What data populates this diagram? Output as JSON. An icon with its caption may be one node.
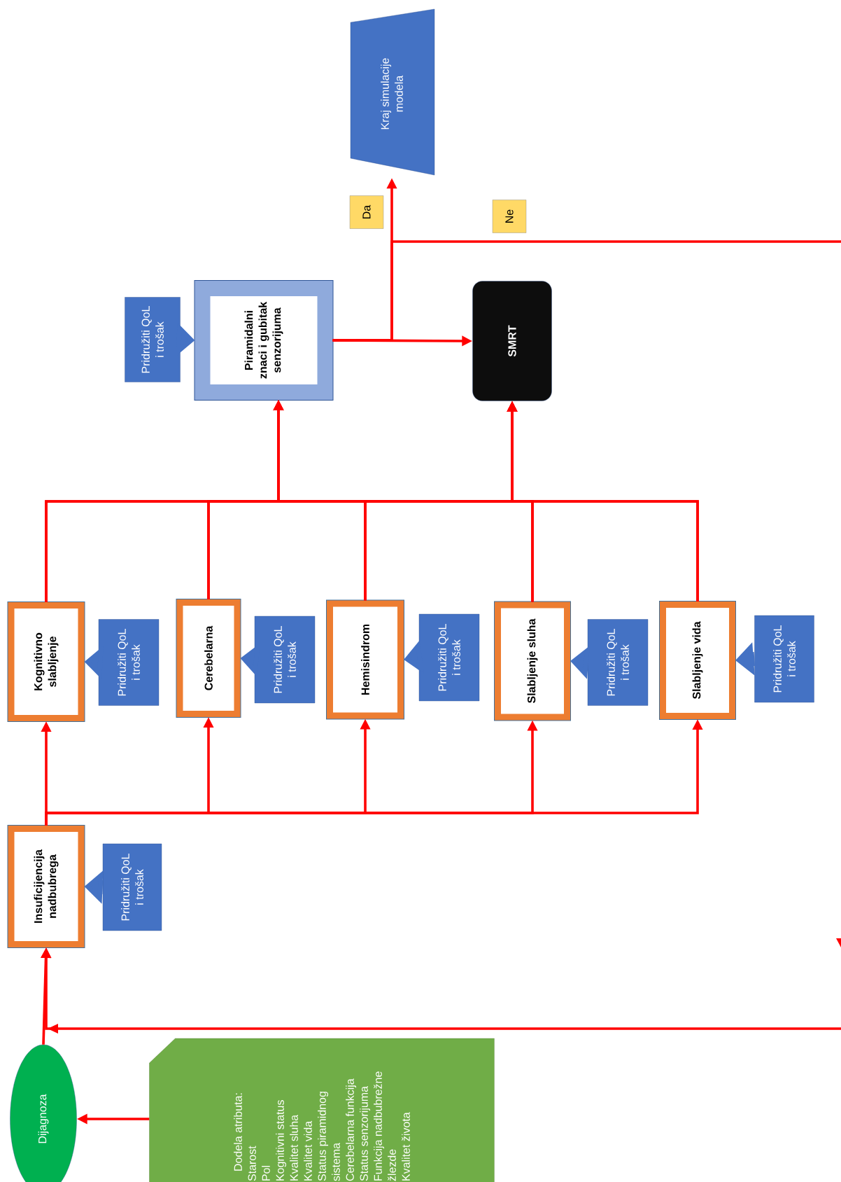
{
  "diagram": {
    "nodes": [
      {
        "text": [
          "Dodela atributa:",
          "Starost",
          "Pol",
          "Kognitivni status",
          "Kvalitet sluha",
          "Kvalitet vida",
          "Status piramidnog sistema",
          "Cerebelarna funkcija",
          "Status senzorijuma",
          "Funkcija nadbubrežne žlezde",
          "Kvalitet života"
        ]
      },
      {
        "text": [
          "Dijagnoza"
        ]
      },
      {
        "text": [
          "Insuficijencija nadbubrega"
        ]
      },
      {
        "text": [
          "Pridružiti QoL i trošak"
        ]
      },
      {
        "text": [
          "Kognitivno slabljenje"
        ]
      },
      {
        "text": [
          "Pridružiti QoL i trošak"
        ]
      },
      {
        "text": [
          "Cerebelarna"
        ]
      },
      {
        "text": [
          "Pridružiti QoL i trošak"
        ]
      },
      {
        "text": [
          "Hemisindrom"
        ]
      },
      {
        "text": [
          "Pridružiti QoL i trošak"
        ]
      },
      {
        "text": [
          "Slabljenje sluha"
        ]
      },
      {
        "text": [
          "Pridružiti QoL i trošak"
        ]
      },
      {
        "text": [
          "Slabljenje vida"
        ]
      },
      {
        "text": [
          "Pridružiti QoL i trošak"
        ]
      },
      {
        "text": [
          "Piramidalni znaci i gubitak senzorijuma"
        ]
      },
      {
        "text": [
          "Pridružiti QoL i trošak"
        ]
      },
      {
        "text": [
          "SMRT"
        ]
      },
      {
        "text": [
          "Kraj simulacije modela"
        ]
      }
    ],
    "edges": [
      {
        "from": 0,
        "to": 1,
        "arrow": "to"
      },
      {
        "from": 1,
        "to": 2,
        "arrow": "to"
      },
      {
        "from": 3,
        "to": 2,
        "arrow": "to",
        "style": "thick",
        "color": "#4472c4"
      },
      {
        "from": 2,
        "to": 4,
        "arrow": "to"
      },
      {
        "from": 2,
        "to": 6,
        "arrow": "to"
      },
      {
        "from": 2,
        "to": 8,
        "arrow": "to"
      },
      {
        "from": 2,
        "to": 10,
        "arrow": "to"
      },
      {
        "from": 2,
        "to": 12,
        "arrow": "to"
      },
      {
        "from": 5,
        "to": 4,
        "arrow": "to",
        "style": "thick",
        "color": "#4472c4"
      },
      {
        "from": 7,
        "to": 6,
        "arrow": "to",
        "style": "thick",
        "color": "#4472c4"
      },
      {
        "from": 9,
        "to": 8,
        "arrow": "to",
        "style": "thick",
        "color": "#4472c4"
      },
      {
        "from": 11,
        "to": 10,
        "arrow": "to",
        "style": "thick",
        "color": "#4472c4"
      },
      {
        "from": 13,
        "to": 12,
        "arrow": "to",
        "style": "thick",
        "color": "#4472c4"
      },
      {
        "from": 4,
        "to": 14,
        "arrow": "to"
      },
      {
        "from": 6,
        "to": 14,
        "arrow": "to"
      },
      {
        "from": 8,
        "to": 14,
        "arrow": "to"
      },
      {
        "from": 10,
        "to": 14,
        "arrow": "to"
      },
      {
        "from": 12,
        "to": 14,
        "arrow": "to"
      },
      {
        "from": 4,
        "to": 16,
        "arrow": "to"
      },
      {
        "from": 6,
        "to": 16,
        "arrow": "to"
      },
      {
        "from": 8,
        "to": 16,
        "arrow": "to"
      },
      {
        "from": 10,
        "to": 16,
        "arrow": "to"
      },
      {
        "from": 12,
        "to": 16,
        "arrow": "to"
      },
      {
        "from": 15,
        "to": 14,
        "arrow": "to",
        "style": "thick",
        "color": "#4472c4"
      },
      {
        "from": 14,
        "to": 16,
        "arrow": "to"
      },
      {
        "from": 14,
        "to": 17,
        "arrow": "to",
        "label": "Da"
      },
      {
        "from": 14,
        "to": 2,
        "arrow": "to",
        "label": "Ne"
      }
    ]
  }
}
